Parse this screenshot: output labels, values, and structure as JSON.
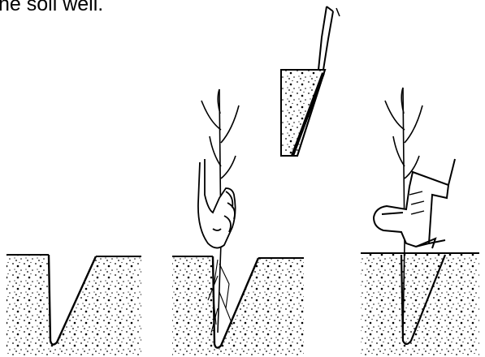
{
  "caption": {
    "text": "he soil well."
  },
  "panels": [
    {
      "id": "hole"
    },
    {
      "id": "place-seedling"
    },
    {
      "id": "firm-soil"
    }
  ],
  "tools": [
    {
      "id": "planting-bar"
    }
  ]
}
